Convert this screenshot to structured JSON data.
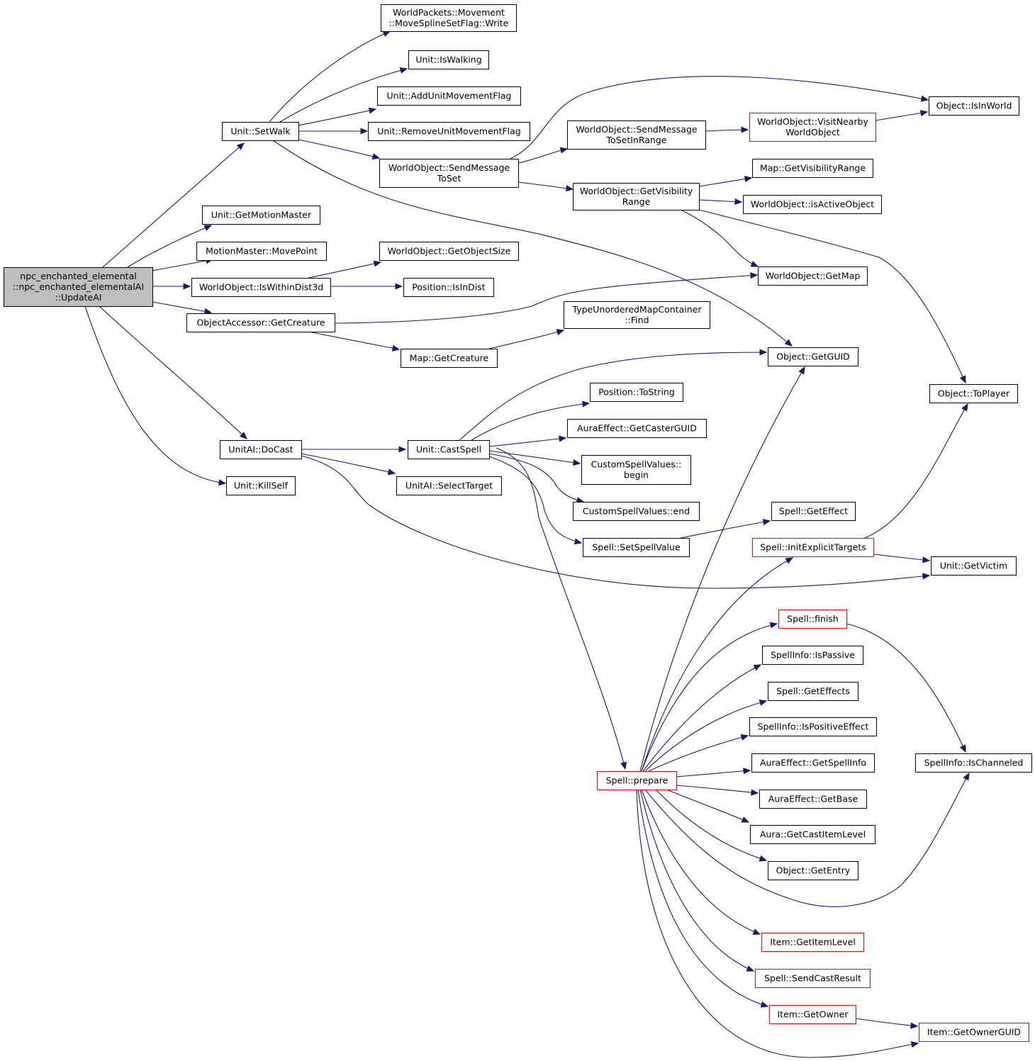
{
  "colors": {
    "edge": "#191970",
    "root_fill": "#bfbfbf",
    "node_fill": "#ffffff",
    "node_border": "#000000",
    "truncated_border": "#ff0000"
  },
  "nodes": [
    {
      "id": "root",
      "lines": [
        "npc_enchanted_elemental",
        "::npc_enchanted_elementalAI",
        "::UpdateAI"
      ],
      "style": "root"
    },
    {
      "id": "unit-setwalk",
      "lines": [
        "Unit::SetWalk"
      ],
      "style": "normal"
    },
    {
      "id": "movesplinesetflag-write",
      "lines": [
        "WorldPackets::Movement",
        "::MoveSplineSetFlag::Write"
      ],
      "style": "normal"
    },
    {
      "id": "unit-iswalking",
      "lines": [
        "Unit::IsWalking"
      ],
      "style": "normal"
    },
    {
      "id": "unit-addunitmovementflag",
      "lines": [
        "Unit::AddUnitMovementFlag"
      ],
      "style": "normal"
    },
    {
      "id": "unit-removeunitmovementflag",
      "lines": [
        "Unit::RemoveUnitMovementFlag"
      ],
      "style": "normal"
    },
    {
      "id": "worldobject-sendmessagetoset",
      "lines": [
        "WorldObject::SendMessage",
        "ToSet"
      ],
      "style": "normal"
    },
    {
      "id": "object-isinworld",
      "lines": [
        "Object::IsInWorld"
      ],
      "style": "normal"
    },
    {
      "id": "worldobject-sendmessagetosetinrange",
      "lines": [
        "WorldObject::SendMessage",
        "ToSetInRange"
      ],
      "style": "normal"
    },
    {
      "id": "worldobject-visitnearbyworldobject",
      "lines": [
        "WorldObject::VisitNearby",
        "WorldObject"
      ],
      "style": "truncated"
    },
    {
      "id": "worldobject-getvisibilityrange",
      "lines": [
        "WorldObject::GetVisibility",
        "Range"
      ],
      "style": "normal"
    },
    {
      "id": "map-getvisibilityrange",
      "lines": [
        "Map::GetVisibilityRange"
      ],
      "style": "normal"
    },
    {
      "id": "worldobject-isactiveobject",
      "lines": [
        "WorldObject::isActiveObject"
      ],
      "style": "normal"
    },
    {
      "id": "unit-getmotionmaster",
      "lines": [
        "Unit::GetMotionMaster"
      ],
      "style": "normal"
    },
    {
      "id": "motionmaster-movepoint",
      "lines": [
        "MotionMaster::MovePoint"
      ],
      "style": "normal"
    },
    {
      "id": "worldobject-getobjectsize",
      "lines": [
        "WorldObject::GetObjectSize"
      ],
      "style": "normal"
    },
    {
      "id": "worldobject-iswithindist3d",
      "lines": [
        "WorldObject::IsWithinDist3d"
      ],
      "style": "normal"
    },
    {
      "id": "position-isindist",
      "lines": [
        "Position::IsInDist"
      ],
      "style": "normal"
    },
    {
      "id": "worldobject-getmap",
      "lines": [
        "WorldObject::GetMap"
      ],
      "style": "normal"
    },
    {
      "id": "objectaccessor-getcreature",
      "lines": [
        "ObjectAccessor::GetCreature"
      ],
      "style": "normal"
    },
    {
      "id": "typeunorderedmapcontainer-find",
      "lines": [
        "TypeUnorderedMapContainer",
        "::Find"
      ],
      "style": "normal"
    },
    {
      "id": "map-getcreature",
      "lines": [
        "Map::GetCreature"
      ],
      "style": "normal"
    },
    {
      "id": "object-getguid",
      "lines": [
        "Object::GetGUID"
      ],
      "style": "normal"
    },
    {
      "id": "object-toplayer",
      "lines": [
        "Object::ToPlayer"
      ],
      "style": "normal"
    },
    {
      "id": "position-tostring",
      "lines": [
        "Position::ToString"
      ],
      "style": "normal"
    },
    {
      "id": "auraeffect-getcasterguid",
      "lines": [
        "AuraEffect::GetCasterGUID"
      ],
      "style": "normal"
    },
    {
      "id": "unitai-docast",
      "lines": [
        "UnitAI::DoCast"
      ],
      "style": "normal"
    },
    {
      "id": "unit-castspell",
      "lines": [
        "Unit::CastSpell"
      ],
      "style": "normal"
    },
    {
      "id": "customspellvalues-begin",
      "lines": [
        "CustomSpellValues::",
        "begin"
      ],
      "style": "normal"
    },
    {
      "id": "unit-killself",
      "lines": [
        "Unit::KillSelf"
      ],
      "style": "normal"
    },
    {
      "id": "unitai-selecttarget",
      "lines": [
        "UnitAI::SelectTarget"
      ],
      "style": "normal"
    },
    {
      "id": "spell-geteffect",
      "lines": [
        "Spell::GetEffect"
      ],
      "style": "normal"
    },
    {
      "id": "customspellvalues-end",
      "lines": [
        "CustomSpellValues::end"
      ],
      "style": "normal"
    },
    {
      "id": "spell-initexplicittargets",
      "lines": [
        "Spell::InitExplicitTargets"
      ],
      "style": "truncated"
    },
    {
      "id": "spell-setspellvalue",
      "lines": [
        "Spell::SetSpellValue"
      ],
      "style": "normal"
    },
    {
      "id": "unit-getvictim",
      "lines": [
        "Unit::GetVictim"
      ],
      "style": "normal"
    },
    {
      "id": "spell-finish",
      "lines": [
        "Spell::finish"
      ],
      "style": "truncated"
    },
    {
      "id": "spellinfo-ispassive",
      "lines": [
        "SpellInfo::IsPassive"
      ],
      "style": "normal"
    },
    {
      "id": "spell-geteffects",
      "lines": [
        "Spell::GetEffects"
      ],
      "style": "normal"
    },
    {
      "id": "spellinfo-ispositiveeffect",
      "lines": [
        "SpellInfo::IsPositiveEffect"
      ],
      "style": "normal"
    },
    {
      "id": "spellinfo-ischanneled",
      "lines": [
        "SpellInfo::IsChanneled"
      ],
      "style": "normal"
    },
    {
      "id": "auraeffect-getspellinfo",
      "lines": [
        "AuraEffect::GetSpellInfo"
      ],
      "style": "normal"
    },
    {
      "id": "spell-prepare",
      "lines": [
        "Spell::prepare"
      ],
      "style": "truncated"
    },
    {
      "id": "auraeffect-getbase",
      "lines": [
        "AuraEffect::GetBase"
      ],
      "style": "normal"
    },
    {
      "id": "aura-getcastitemlevel",
      "lines": [
        "Aura::GetCastItemLevel"
      ],
      "style": "normal"
    },
    {
      "id": "object-getentry",
      "lines": [
        "Object::GetEntry"
      ],
      "style": "normal"
    },
    {
      "id": "item-getitemlevel",
      "lines": [
        "Item::GetItemLevel"
      ],
      "style": "truncated"
    },
    {
      "id": "spell-sendcastresult",
      "lines": [
        "Spell::SendCastResult"
      ],
      "style": "truncated"
    },
    {
      "id": "item-getowner",
      "lines": [
        "Item::GetOwner"
      ],
      "style": "truncated"
    },
    {
      "id": "item-getownerguid",
      "lines": [
        "Item::GetOwnerGUID"
      ],
      "style": "truncated"
    }
  ],
  "edges": [
    {
      "from": "root",
      "to": "unit-setwalk"
    },
    {
      "from": "root",
      "to": "unit-getmotionmaster"
    },
    {
      "from": "root",
      "to": "motionmaster-movepoint"
    },
    {
      "from": "root",
      "to": "worldobject-iswithindist3d"
    },
    {
      "from": "root",
      "to": "objectaccessor-getcreature"
    },
    {
      "from": "root",
      "to": "unitai-docast"
    },
    {
      "from": "root",
      "to": "unit-killself"
    },
    {
      "from": "unit-setwalk",
      "to": "movesplinesetflag-write"
    },
    {
      "from": "unit-setwalk",
      "to": "unit-iswalking"
    },
    {
      "from": "unit-setwalk",
      "to": "unit-addunitmovementflag"
    },
    {
      "from": "unit-setwalk",
      "to": "unit-removeunitmovementflag"
    },
    {
      "from": "unit-setwalk",
      "to": "worldobject-sendmessagetoset"
    },
    {
      "from": "unit-setwalk",
      "to": "object-getguid"
    },
    {
      "from": "worldobject-sendmessagetoset",
      "to": "object-isinworld"
    },
    {
      "from": "worldobject-sendmessagetoset",
      "to": "worldobject-sendmessagetosetinrange"
    },
    {
      "from": "worldobject-sendmessagetoset",
      "to": "worldobject-getvisibilityrange"
    },
    {
      "from": "worldobject-sendmessagetosetinrange",
      "to": "worldobject-visitnearbyworldobject"
    },
    {
      "from": "worldobject-visitnearbyworldobject",
      "to": "object-isinworld"
    },
    {
      "from": "worldobject-getvisibilityrange",
      "to": "map-getvisibilityrange"
    },
    {
      "from": "worldobject-getvisibilityrange",
      "to": "worldobject-isactiveobject"
    },
    {
      "from": "worldobject-getvisibilityrange",
      "to": "worldobject-getmap"
    },
    {
      "from": "worldobject-getvisibilityrange",
      "to": "object-toplayer"
    },
    {
      "from": "worldobject-iswithindist3d",
      "to": "worldobject-getobjectsize"
    },
    {
      "from": "worldobject-iswithindist3d",
      "to": "position-isindist"
    },
    {
      "from": "objectaccessor-getcreature",
      "to": "worldobject-getmap"
    },
    {
      "from": "objectaccessor-getcreature",
      "to": "map-getcreature"
    },
    {
      "from": "map-getcreature",
      "to": "typeunorderedmapcontainer-find"
    },
    {
      "from": "unitai-docast",
      "to": "unit-castspell"
    },
    {
      "from": "unitai-docast",
      "to": "unitai-selecttarget"
    },
    {
      "from": "unitai-docast",
      "to": "unit-getvictim"
    },
    {
      "from": "unit-castspell",
      "to": "object-getguid"
    },
    {
      "from": "unit-castspell",
      "to": "position-tostring"
    },
    {
      "from": "unit-castspell",
      "to": "auraeffect-getcasterguid"
    },
    {
      "from": "unit-castspell",
      "to": "customspellvalues-begin"
    },
    {
      "from": "unit-castspell",
      "to": "customspellvalues-end"
    },
    {
      "from": "unit-castspell",
      "to": "spell-setspellvalue"
    },
    {
      "from": "unit-castspell",
      "to": "spell-prepare"
    },
    {
      "from": "spell-setspellvalue",
      "to": "spell-geteffect"
    },
    {
      "from": "spell-initexplicittargets",
      "to": "object-toplayer"
    },
    {
      "from": "spell-initexplicittargets",
      "to": "unit-getvictim"
    },
    {
      "from": "spell-finish",
      "to": "spellinfo-ischanneled"
    },
    {
      "from": "spell-prepare",
      "to": "object-getguid"
    },
    {
      "from": "spell-prepare",
      "to": "spell-initexplicittargets"
    },
    {
      "from": "spell-prepare",
      "to": "spell-finish"
    },
    {
      "from": "spell-prepare",
      "to": "spellinfo-ispassive"
    },
    {
      "from": "spell-prepare",
      "to": "spell-geteffects"
    },
    {
      "from": "spell-prepare",
      "to": "spellinfo-ispositiveeffect"
    },
    {
      "from": "spell-prepare",
      "to": "auraeffect-getspellinfo"
    },
    {
      "from": "spell-prepare",
      "to": "auraeffect-getbase"
    },
    {
      "from": "spell-prepare",
      "to": "aura-getcastitemlevel"
    },
    {
      "from": "spell-prepare",
      "to": "object-getentry"
    },
    {
      "from": "spell-prepare",
      "to": "spellinfo-ischanneled"
    },
    {
      "from": "spell-prepare",
      "to": "item-getitemlevel"
    },
    {
      "from": "spell-prepare",
      "to": "spell-sendcastresult"
    },
    {
      "from": "spell-prepare",
      "to": "item-getowner"
    },
    {
      "from": "spell-prepare",
      "to": "item-getownerguid"
    },
    {
      "from": "item-getowner",
      "to": "item-getownerguid"
    }
  ]
}
